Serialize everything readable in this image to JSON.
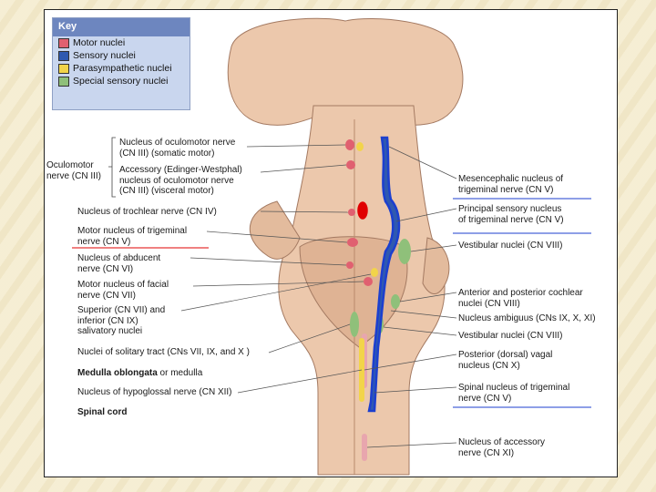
{
  "key": {
    "title": "Key",
    "items": [
      {
        "label": "Motor nuclei",
        "color": "#e06070"
      },
      {
        "label": "Sensory nuclei",
        "color": "#2f59b0"
      },
      {
        "label": "Parasympathetic nuclei",
        "color": "#f2d44a"
      },
      {
        "label": "Special sensory nuclei",
        "color": "#8fc07a"
      }
    ]
  },
  "left_labels": {
    "oculomotor_group": [
      "Oculomotor",
      "nerve (CN III)"
    ],
    "oculomotor_somatic": [
      "Nucleus of oculomotor nerve",
      "(CN III) (somatic motor)"
    ],
    "accessory_edinger": [
      "Accessory (Edinger-Westphal)",
      "nucleus of oculomotor nerve",
      "(CN III) (visceral motor)"
    ],
    "trochlear": [
      "Nucleus of trochlear nerve (CN IV)"
    ],
    "motor_trigeminal": [
      "Motor nucleus of trigeminal",
      "nerve (CN V)"
    ],
    "abducent": [
      "Nucleus of abducent",
      "nerve (CN VI)"
    ],
    "facial": [
      "Motor nucleus of facial",
      "nerve (CN VII)"
    ],
    "salivatory": [
      "Superior (CN VII) and",
      "inferior (CN IX)",
      "salivatory nuclei"
    ],
    "solitary": [
      "Nuclei of solitary tract (CNs VII, IX, and X )"
    ],
    "medulla_bold": "Medulla oblongata",
    "medulla_rest": " or medulla",
    "hypoglossal": [
      "Nucleus of hypoglossal nerve (CN XII)"
    ],
    "spinal_cord": "Spinal cord"
  },
  "right_labels": {
    "mesencephalic": [
      "Mesencephalic nucleus of",
      "trigeminal nerve (CN V)"
    ],
    "principal": [
      "Principal sensory nucleus",
      "of trigeminal nerve (CN V)"
    ],
    "vestibular_1": [
      "Vestibular nuclei (CN VIII)"
    ],
    "cochlear": [
      "Anterior and posterior cochlear",
      "nuclei (CN VIII)"
    ],
    "ambiguus": [
      "Nucleus ambiguus (CNs IX, X, XI)"
    ],
    "vestibular_2": [
      "Vestibular nuclei (CN VIII)"
    ],
    "vagal": [
      "Posterior (dorsal) vagal",
      "nucleus (CN X)"
    ],
    "spinal_trigeminal": [
      "Spinal nucleus of trigeminal",
      "nerve (CN V)"
    ],
    "accessory": [
      "Nucleus of accessory",
      "nerve (CN XI)"
    ]
  },
  "colors": {
    "tissue": "#ebcab0",
    "tissue_dark": "#c79a7e",
    "motor": "#e06070",
    "sensory": "#2f59b0",
    "parasympathetic": "#f2d44a",
    "special": "#8fc07a",
    "annotation_red": "#e00000",
    "annotation_blue": "#1c3fcf"
  }
}
